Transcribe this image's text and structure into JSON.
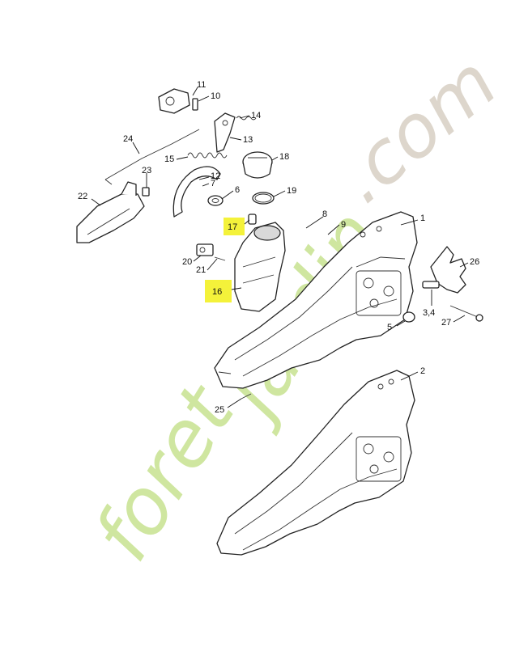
{
  "watermark": {
    "text_primary": "foret",
    "text_secondary": "jardin",
    "text_tld": ".com",
    "color_green": "#cfe6a0",
    "color_orange": "#f6d6a8",
    "color_gray": "#ddd6cc"
  },
  "highlight_color": "#f4f23a",
  "callouts": [
    {
      "id": "c1",
      "label": "1"
    },
    {
      "id": "c2",
      "label": "2"
    },
    {
      "id": "c34",
      "label": "3,4"
    },
    {
      "id": "c5",
      "label": "5"
    },
    {
      "id": "c6",
      "label": "6"
    },
    {
      "id": "c7",
      "label": "7"
    },
    {
      "id": "c8",
      "label": "8"
    },
    {
      "id": "c9",
      "label": "9"
    },
    {
      "id": "c10",
      "label": "10"
    },
    {
      "id": "c11",
      "label": "11"
    },
    {
      "id": "c12",
      "label": "12"
    },
    {
      "id": "c13",
      "label": "13"
    },
    {
      "id": "c14",
      "label": "14"
    },
    {
      "id": "c15",
      "label": "15"
    },
    {
      "id": "c16",
      "label": "16",
      "highlighted": true
    },
    {
      "id": "c17",
      "label": "17",
      "highlighted": true
    },
    {
      "id": "c18",
      "label": "18"
    },
    {
      "id": "c19",
      "label": "19"
    },
    {
      "id": "c20",
      "label": "20"
    },
    {
      "id": "c21",
      "label": "21"
    },
    {
      "id": "c22",
      "label": "22"
    },
    {
      "id": "c23",
      "label": "23"
    },
    {
      "id": "c24",
      "label": "24"
    },
    {
      "id": "c25",
      "label": "25"
    },
    {
      "id": "c26",
      "label": "26"
    },
    {
      "id": "c27",
      "label": "27"
    }
  ]
}
